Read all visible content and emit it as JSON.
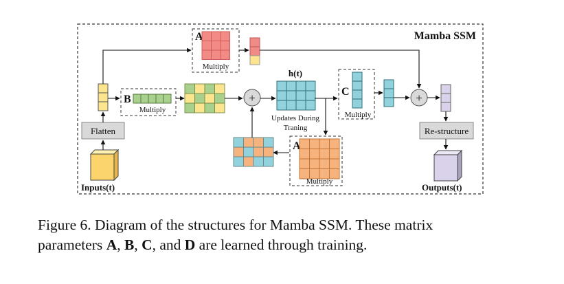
{
  "diagram": {
    "title": "Mamba SSM",
    "labels": {
      "inputs": "Inputs(t)",
      "outputs": "Outputs(t)",
      "flatten": "Flatten",
      "restructure": "Re-structure",
      "multiply": "Multiply",
      "ht": "h(t)",
      "updates_line1": "Updates During",
      "updates_line2": "Traning",
      "plus": "+"
    },
    "matrix_letters": {
      "a": "A",
      "b": "B",
      "c": "C"
    }
  },
  "caption": {
    "text1": "Figure 6. Diagram of the structures for Mamba SSM. These matrix",
    "text2": "parameters ",
    "a": "A",
    "sep1": ", ",
    "b": "B",
    "sep2": ", ",
    "c": "C",
    "sep3": ", and ",
    "d": "D",
    "text3": " are learned through training."
  },
  "colors": {
    "red_cell": "#f28b86",
    "green_cell": "#a9d18e",
    "yellow_cell": "#fde58f",
    "blue_cell": "#92d2dc",
    "orange_cell": "#f6b37e",
    "purple_cell": "#d9d2ea",
    "gray_box": "#d9d9d9",
    "letter_a": "#e96a4c",
    "letter_b": "#70ad47",
    "letter_c": "#7b6fa8"
  }
}
